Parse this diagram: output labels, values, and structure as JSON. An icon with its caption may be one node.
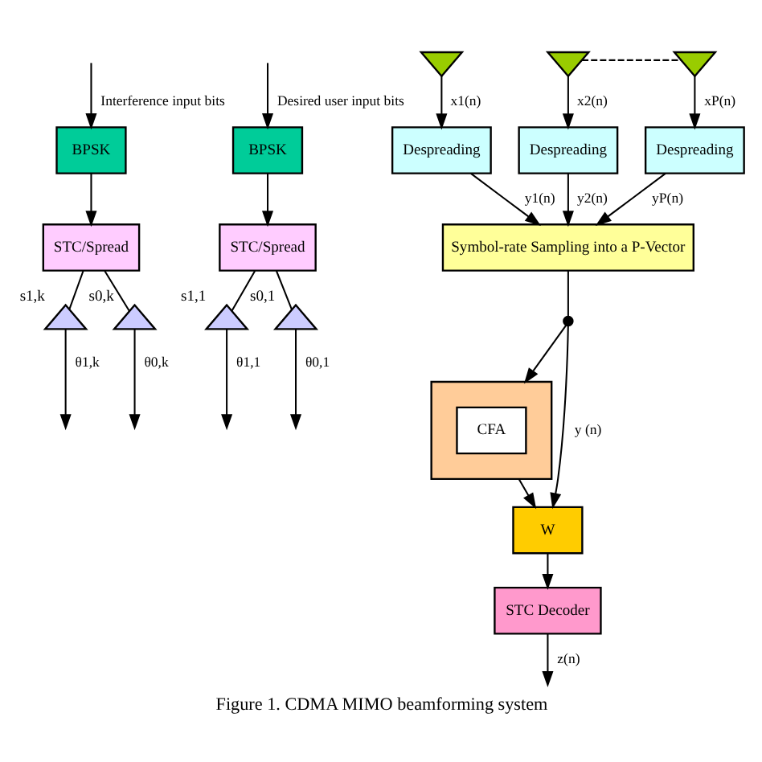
{
  "diagram": {
    "caption": "Figure 1. CDMA MIMO beamforming system",
    "nodes": [
      {
        "text": [
          "BPSK"
        ]
      },
      {
        "text": [
          "STC/Spread"
        ]
      },
      {
        "text": [],
        "shape": "triangle",
        "beside": [
          "s1,k"
        ]
      },
      {
        "text": [],
        "shape": "triangle",
        "beside": [
          "s0,k"
        ]
      },
      {
        "text": [
          "BPSK"
        ]
      },
      {
        "text": [
          "STC/Spread"
        ]
      },
      {
        "text": [],
        "shape": "triangle",
        "beside": [
          "s1,1"
        ]
      },
      {
        "text": [],
        "shape": "triangle",
        "beside": [
          "s0,1"
        ]
      },
      {
        "text": [],
        "shape": "triangle"
      },
      {
        "text": [],
        "shape": "triangle"
      },
      {
        "text": [],
        "shape": "triangle"
      },
      {
        "text": [
          "Despreading"
        ]
      },
      {
        "text": [
          "Despreading"
        ]
      },
      {
        "text": [
          "Despreading"
        ]
      },
      {
        "text": [
          "Symbol-rate Sampling into a P-Vector"
        ]
      },
      {
        "text": [],
        "shape": "box"
      },
      {
        "text": [
          "CFA"
        ],
        "in": 15
      },
      {
        "text": [],
        "shape": "circle"
      },
      {
        "text": [
          "W"
        ]
      },
      {
        "text": [
          "STC Decoder"
        ]
      }
    ],
    "edges": [
      {
        "from": null,
        "to": 0,
        "arrow": "to",
        "label": "Interference input bits"
      },
      {
        "from": 0,
        "to": 1,
        "arrow": "to"
      },
      {
        "from": 1,
        "to": 2,
        "arrow": "none"
      },
      {
        "from": 1,
        "to": 3,
        "arrow": "none"
      },
      {
        "from": null,
        "to": 4,
        "arrow": "to",
        "label": "Desired user input bits"
      },
      {
        "from": 4,
        "to": 5,
        "arrow": "to"
      },
      {
        "from": 5,
        "to": 6,
        "arrow": "none"
      },
      {
        "from": 5,
        "to": 7,
        "arrow": "none"
      },
      {
        "from": 2,
        "to": null,
        "arrow": "to",
        "label": "θ1,k"
      },
      {
        "from": 3,
        "to": null,
        "arrow": "to",
        "label": "θ0,k"
      },
      {
        "from": 6,
        "to": null,
        "arrow": "to",
        "label": "θ1,1"
      },
      {
        "from": 7,
        "to": null,
        "arrow": "to",
        "label": "θ0,1"
      },
      {
        "from": 9,
        "to": 10,
        "arrow": "none",
        "style": "dashed"
      },
      {
        "from": 8,
        "to": 11,
        "arrow": "to",
        "label": "x1(n)"
      },
      {
        "from": 9,
        "to": 12,
        "arrow": "to",
        "label": "x2(n)"
      },
      {
        "from": 10,
        "to": 13,
        "arrow": "to",
        "label": "xP(n)"
      },
      {
        "from": 11,
        "to": 14,
        "arrow": "to",
        "label": "y1(n)"
      },
      {
        "from": 12,
        "to": 14,
        "arrow": "to",
        "label": "y2(n)"
      },
      {
        "from": 13,
        "to": 14,
        "arrow": "to",
        "label": "yP(n)"
      },
      {
        "from": 14,
        "to": 17,
        "arrow": "none"
      },
      {
        "from": 17,
        "to": 15,
        "arrow": "to"
      },
      {
        "from": 17,
        "to": 18,
        "arrow": "to",
        "label": "y (n)"
      },
      {
        "from": 15,
        "to": 18,
        "arrow": "to"
      },
      {
        "from": 18,
        "to": 19,
        "arrow": "to"
      },
      {
        "from": 19,
        "to": null,
        "arrow": "to",
        "label": "z(n)"
      }
    ]
  }
}
